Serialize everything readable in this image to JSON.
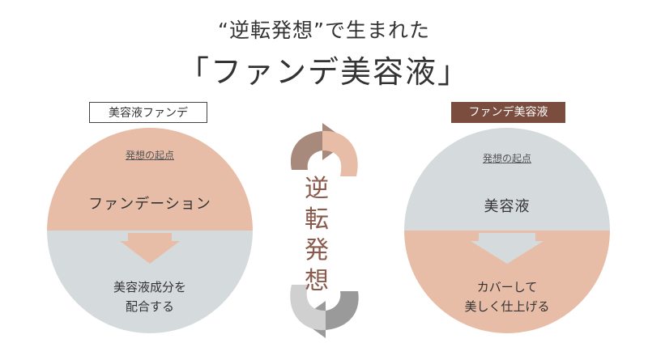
{
  "title": {
    "line1": "“逆転発想”で生まれた",
    "line2": "「ファンデ美容液」"
  },
  "left": {
    "label": "美容液ファンデ",
    "origin_label": "発想の起点",
    "origin_text": "ファンデーション",
    "result_line1": "美容液成分を",
    "result_line2": "配合する"
  },
  "right": {
    "label": "ファンデ美容液",
    "origin_label": "発想の起点",
    "origin_text": "美容液",
    "result_line1": "カバーして",
    "result_line2": "美しく仕上げる"
  },
  "center": {
    "chars": [
      "逆",
      "転",
      "発",
      "想"
    ]
  },
  "colors": {
    "peach": "#e8bda8",
    "gray": "#d5dadd",
    "brown": "#7a4d3f",
    "text_brown": "#8a5a4c"
  }
}
